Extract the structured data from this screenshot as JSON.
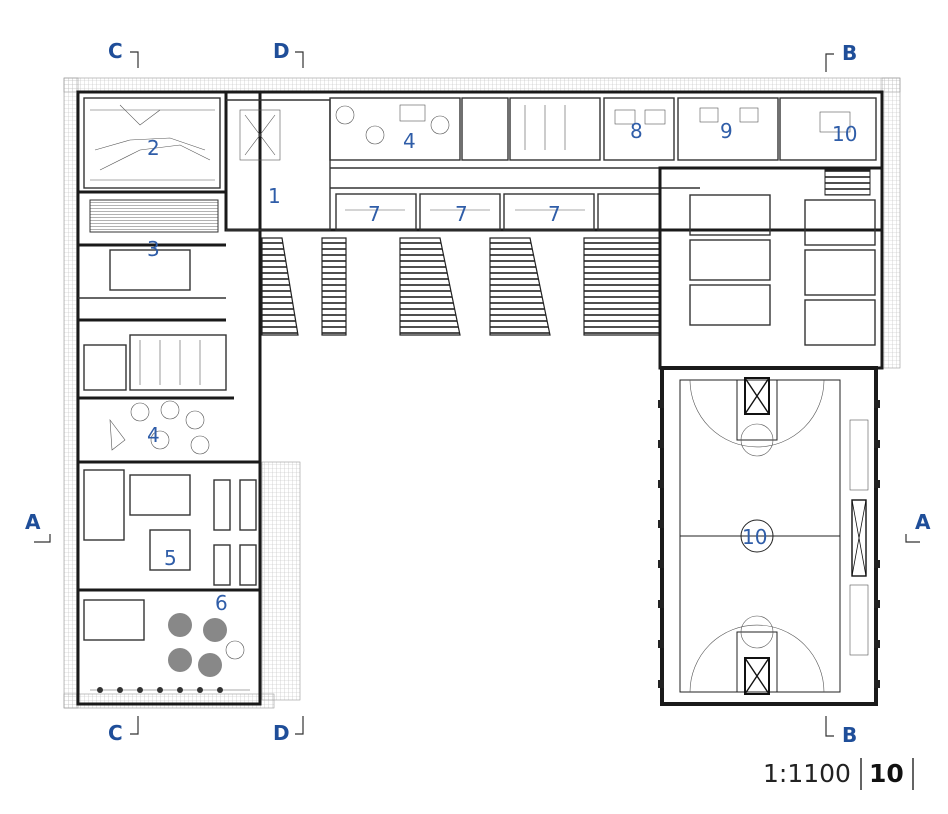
{
  "rooms": {
    "r1": "1",
    "r2": "2",
    "r3": "3",
    "r4_top": "4",
    "r4_left": "4",
    "r5": "5",
    "r6": "6",
    "r7_a": "7",
    "r7_b": "7",
    "r7_c": "7",
    "r8": "8",
    "r9": "9",
    "r10_top": "10",
    "r10_gym": "10"
  },
  "sections": {
    "c_top": "C",
    "c_bottom": "C",
    "d_top": "D",
    "d_bottom": "D",
    "b_top": "B",
    "b_bottom": "B",
    "a_left": "A",
    "a_right": "A"
  },
  "scale": "1:1100",
  "sheet_number": "10",
  "colors": {
    "label_blue": "#2f5da8",
    "wall": "#1a1a1a"
  }
}
